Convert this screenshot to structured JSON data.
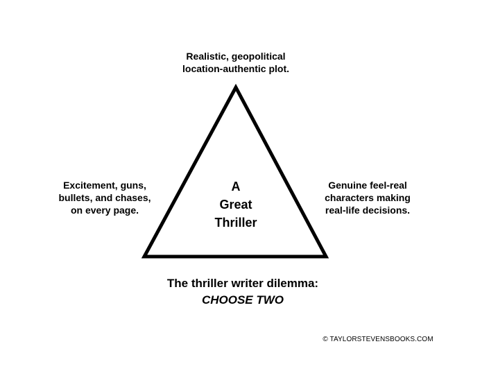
{
  "diagram": {
    "top_vertex": {
      "lines": [
        "Realistic, geopolitical",
        "location-authentic plot."
      ]
    },
    "left_vertex": {
      "lines": [
        "Excitement, guns,",
        "bullets, and chases,",
        "on every page."
      ]
    },
    "right_vertex": {
      "lines": [
        "Genuine feel-real",
        "characters making",
        "real-life decisions."
      ]
    },
    "center": {
      "lines": [
        "A",
        "Great",
        "Thriller"
      ]
    },
    "caption": {
      "intro": "The thriller writer dilemma:",
      "emphasis": "CHOOSE TWO"
    },
    "copyright": "© TAYLORSTEVENSBOOKS.COM",
    "colors": {
      "stroke": "#000000",
      "background": "#ffffff"
    }
  }
}
